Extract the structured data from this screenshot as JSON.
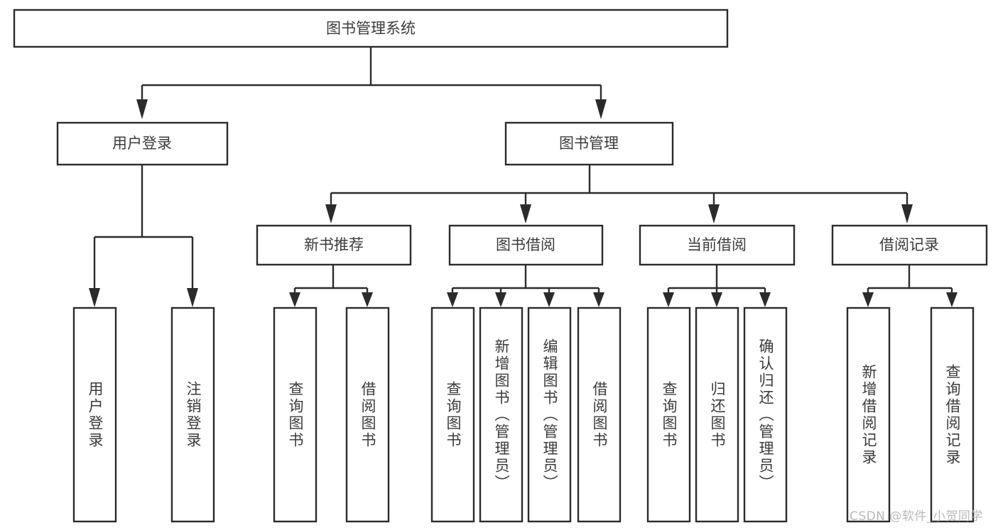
{
  "diagram": {
    "type": "tree",
    "title": "图书管理系统",
    "theme": {
      "background": "#ffffff",
      "box_fill": "#ffffff",
      "box_stroke": "#2b2b2b",
      "text_color": "#3b3b3b",
      "connector_color": "#2b2b2b",
      "watermark_color": "#b9b9b9"
    },
    "root": {
      "label": "图书管理系统"
    },
    "level2": [
      {
        "label": "用户登录"
      },
      {
        "label": "图书管理"
      }
    ],
    "level3": [
      {
        "label": "新书推荐"
      },
      {
        "label": "图书借阅"
      },
      {
        "label": "当前借阅"
      },
      {
        "label": "借阅记录"
      }
    ],
    "leaves": {
      "user_login": [
        {
          "label": "用户登录"
        },
        {
          "label": "注销登录"
        }
      ],
      "new_book_recommend": [
        {
          "label": "查询图书"
        },
        {
          "label": "借阅图书"
        }
      ],
      "book_borrow": [
        {
          "label": "查询图书"
        },
        {
          "label": "新增图书（管理员）"
        },
        {
          "label": "编辑图书（管理员）"
        },
        {
          "label": "借阅图书"
        }
      ],
      "current_borrow": [
        {
          "label": "查询图书"
        },
        {
          "label": "归还图书"
        },
        {
          "label": "确认归还（管理员）"
        }
      ],
      "borrow_record": [
        {
          "label": "新增借阅记录"
        },
        {
          "label": "查询借阅记录"
        }
      ]
    }
  },
  "watermark": {
    "text": "CSDN @软件_小贺同学"
  }
}
